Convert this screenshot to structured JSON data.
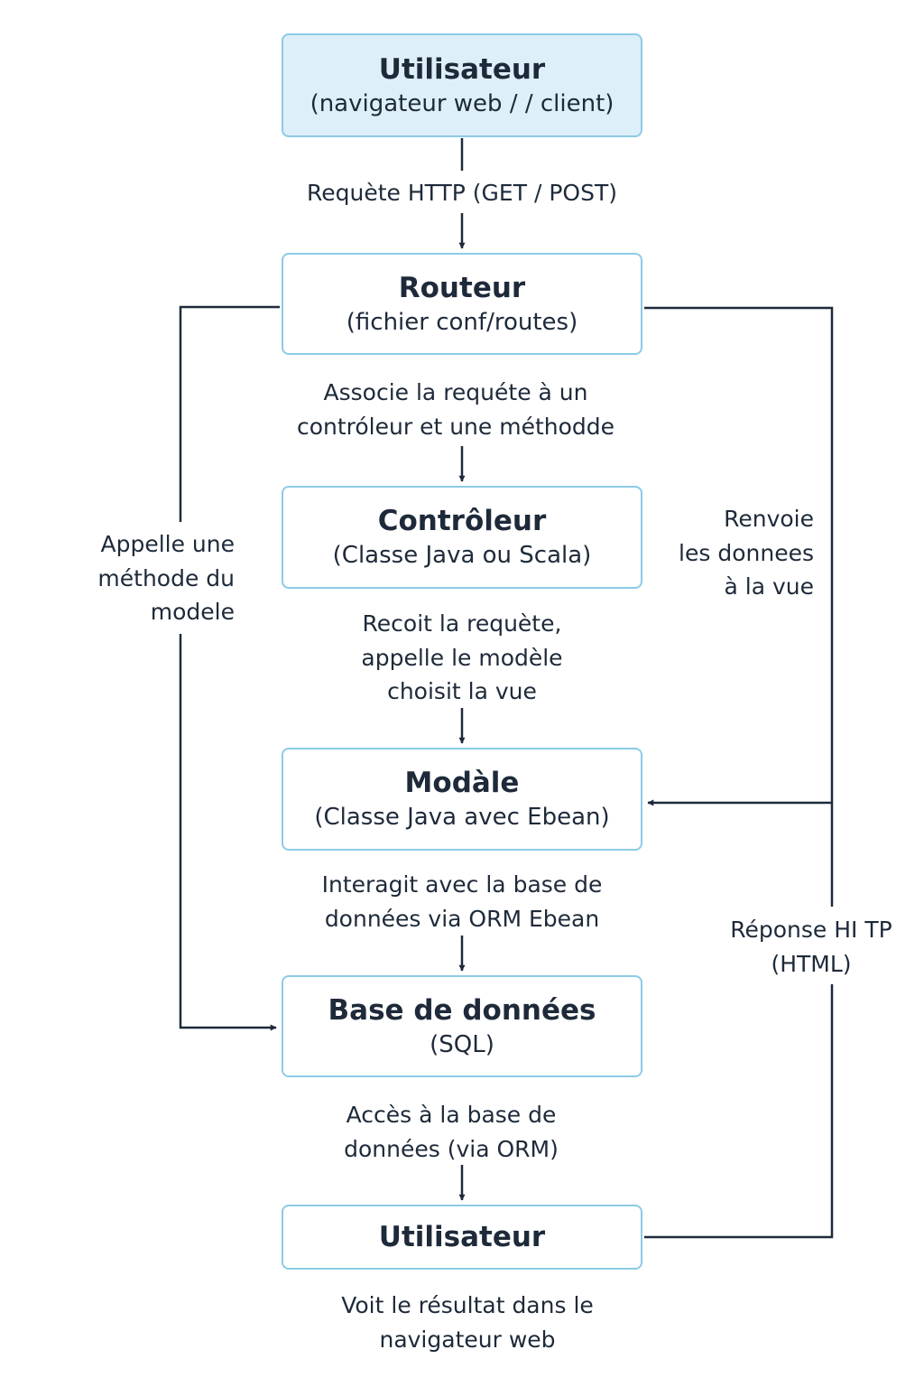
{
  "nodes": {
    "user_top": {
      "title": "Utilisateur",
      "subtitle": "(navigateur web / / client)"
    },
    "router": {
      "title": "Routeur",
      "subtitle": "(fichier conf/routes)"
    },
    "controller": {
      "title": "Contrôleur",
      "subtitle": "(Classe Java ou Scala)"
    },
    "model": {
      "title": "Modàle",
      "subtitle": "(Classe Java avec Ebean)"
    },
    "database": {
      "title": "Base de données",
      "subtitle": "(SQL)"
    },
    "user_bottom": {
      "title": "Utilisateur"
    }
  },
  "edges": {
    "http_request": "Requète HTTP (GET / POST)",
    "router_to_controller": "Associe la requéte à un\ncontróleur et une méthodde",
    "controller_to_model": "Recoit la requète,\nappelle le modèle\nchoisit la vue",
    "model_to_database": "Interagit avec la base de\ndonnées via ORM Ebean",
    "database_to_user": "Accès à la base de\ndonnées (via ORM)",
    "user_result": "Voit le résultat dans le\nnavigateur web",
    "left_call_model": "Appelle une\nméthode du\nmodele",
    "right_return_data": "Renvoie\nles donnees\nà la vue",
    "right_http_response": "Réponse HI TP\n(HTML)"
  },
  "colors": {
    "box_border": "#8ccbe6",
    "first_box_fill": "#ddeff9",
    "text": "#1e2a3a",
    "line": "#1e2a3a"
  }
}
